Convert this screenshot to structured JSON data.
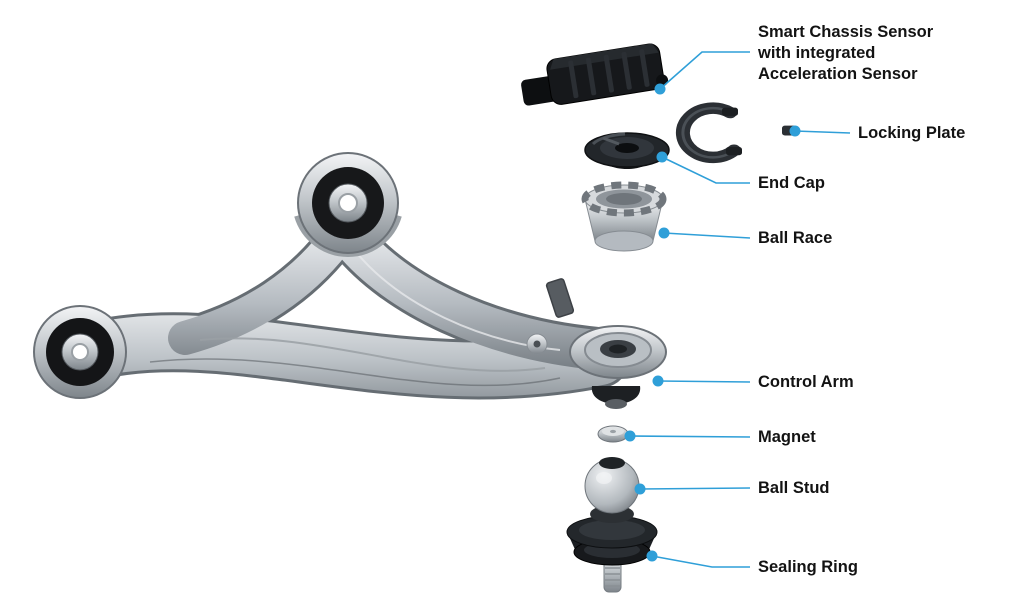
{
  "diagram": {
    "accent_color": "#2f9fd8",
    "background_color": "#ffffff",
    "subject": "Exploded view of a smart chassis control arm assembly",
    "labels": [
      {
        "id": "smart-chassis-sensor",
        "text": "Smart Chassis Sensor\nwith integrated\nAcceleration Sensor"
      },
      {
        "id": "locking-plate",
        "text": "Locking Plate"
      },
      {
        "id": "end-cap",
        "text": "End Cap"
      },
      {
        "id": "ball-race",
        "text": "Ball Race"
      },
      {
        "id": "control-arm",
        "text": "Control Arm"
      },
      {
        "id": "magnet",
        "text": "Magnet"
      },
      {
        "id": "ball-stud",
        "text": "Ball Stud"
      },
      {
        "id": "sealing-ring",
        "text": "Sealing Ring"
      }
    ]
  }
}
